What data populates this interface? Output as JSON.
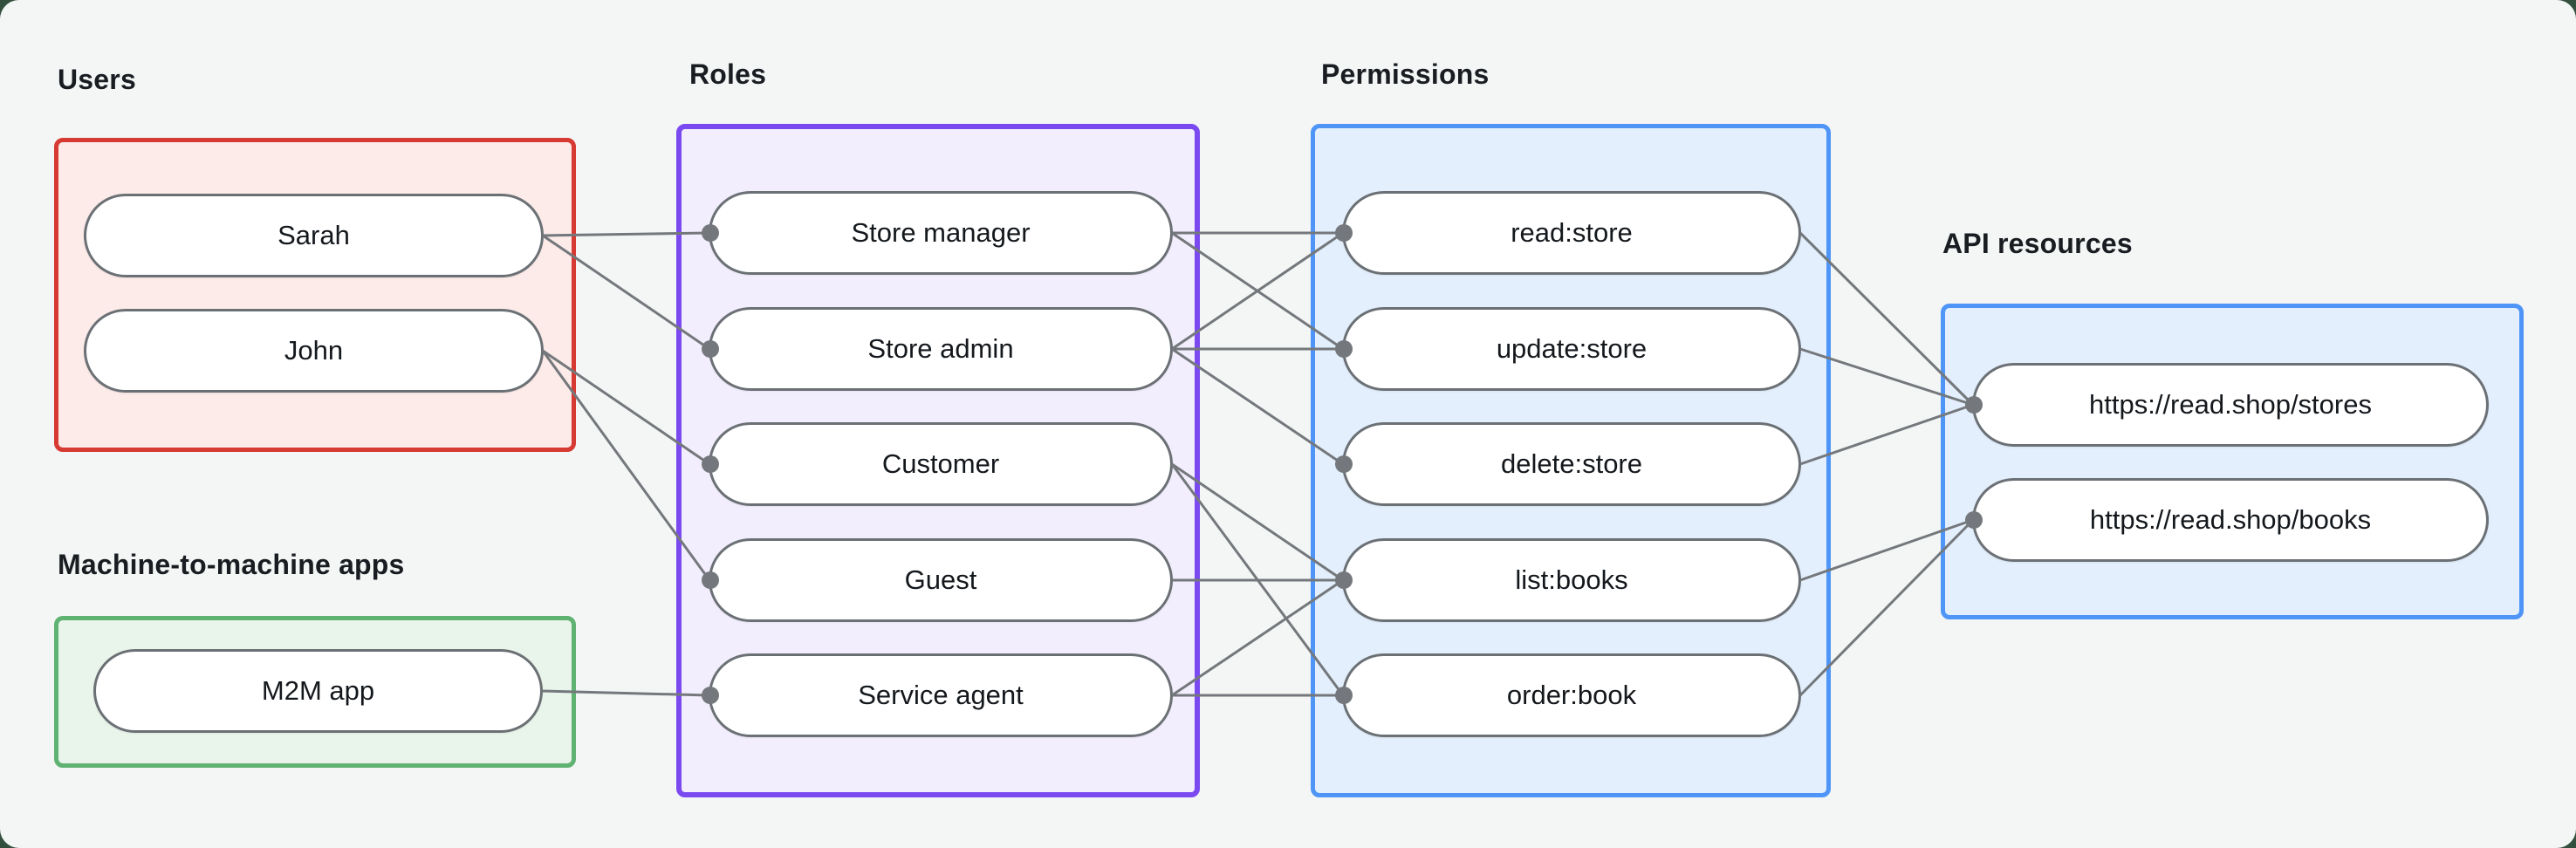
{
  "diagram": {
    "title_labels_note": "Auth0-style RBAC diagram",
    "groups": [
      {
        "id": "users",
        "label": "Users",
        "accent": "#d63a32",
        "fill": "#fcebe9"
      },
      {
        "id": "m2m",
        "label": "Machine-to-machine apps",
        "accent": "#5fb271",
        "fill": "#e9f4ea"
      },
      {
        "id": "roles",
        "label": "Roles",
        "accent": "#7a4af0",
        "fill": "#f3eefd"
      },
      {
        "id": "permissions",
        "label": "Permissions",
        "accent": "#4e95f7",
        "fill": "#e3effc"
      },
      {
        "id": "api",
        "label": "API resources",
        "accent": "#4e95f7",
        "fill": "#e3effc"
      }
    ],
    "nodes": [
      {
        "id": "sarah",
        "group": "users",
        "label": "Sarah"
      },
      {
        "id": "john",
        "group": "users",
        "label": "John"
      },
      {
        "id": "m2m_app",
        "group": "m2m",
        "label": "M2M app"
      },
      {
        "id": "store_manager",
        "group": "roles",
        "label": "Store manager"
      },
      {
        "id": "store_admin",
        "group": "roles",
        "label": "Store admin"
      },
      {
        "id": "customer",
        "group": "roles",
        "label": "Customer"
      },
      {
        "id": "guest",
        "group": "roles",
        "label": "Guest"
      },
      {
        "id": "service_agent",
        "group": "roles",
        "label": "Service agent"
      },
      {
        "id": "read_store",
        "group": "permissions",
        "label": "read:store"
      },
      {
        "id": "update_store",
        "group": "permissions",
        "label": "update:store"
      },
      {
        "id": "delete_store",
        "group": "permissions",
        "label": "delete:store"
      },
      {
        "id": "list_books",
        "group": "permissions",
        "label": "list:books"
      },
      {
        "id": "order_book",
        "group": "permissions",
        "label": "order:book"
      },
      {
        "id": "stores_api",
        "group": "api",
        "label": "https://read.shop/stores"
      },
      {
        "id": "books_api",
        "group": "api",
        "label": "https://read.shop/books"
      }
    ],
    "edges": [
      [
        "sarah",
        "store_manager"
      ],
      [
        "sarah",
        "store_admin"
      ],
      [
        "john",
        "customer"
      ],
      [
        "john",
        "guest"
      ],
      [
        "m2m_app",
        "service_agent"
      ],
      [
        "store_manager",
        "read_store"
      ],
      [
        "store_manager",
        "update_store"
      ],
      [
        "store_admin",
        "read_store"
      ],
      [
        "store_admin",
        "update_store"
      ],
      [
        "store_admin",
        "delete_store"
      ],
      [
        "customer",
        "list_books"
      ],
      [
        "customer",
        "order_book"
      ],
      [
        "guest",
        "list_books"
      ],
      [
        "service_agent",
        "list_books"
      ],
      [
        "service_agent",
        "order_book"
      ],
      [
        "read_store",
        "stores_api"
      ],
      [
        "update_store",
        "stores_api"
      ],
      [
        "delete_store",
        "stores_api"
      ],
      [
        "list_books",
        "books_api"
      ],
      [
        "order_book",
        "books_api"
      ]
    ],
    "colors": {
      "page_background": "#33503e",
      "panel_background": "#f4f6f5",
      "edge": "#74787c",
      "pill_border": "#6b7075",
      "text": "#14181c"
    }
  }
}
